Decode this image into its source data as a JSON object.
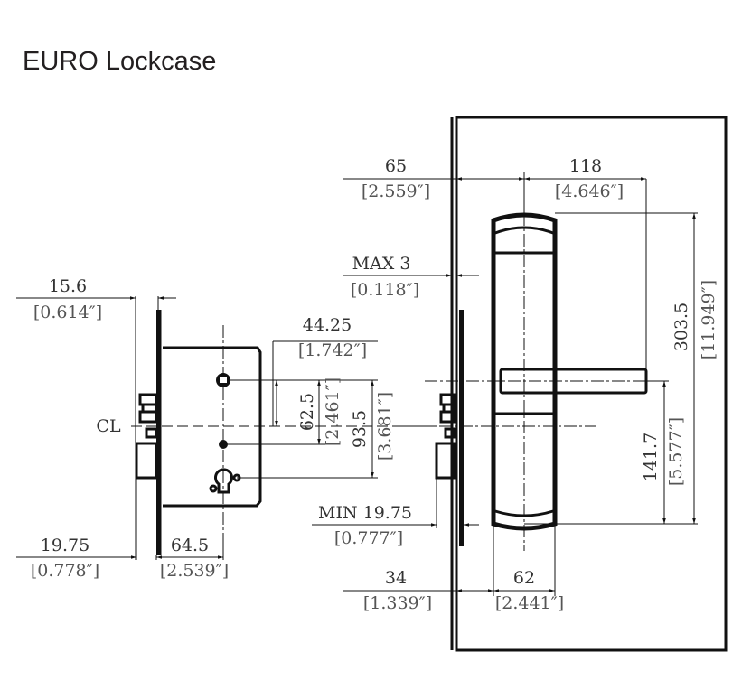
{
  "title": "EURO Lockcase",
  "dimensions": {
    "plate_thickness": {
      "mm": "15.6",
      "inch": "[0.614″]"
    },
    "backset_offset": {
      "mm": "19.75",
      "inch": "[0.778″]"
    },
    "backset": {
      "mm": "64.5",
      "inch": "[2.539″]"
    },
    "spindle_offset": {
      "mm": "44.25",
      "inch": "[1.742″]"
    },
    "spindle_to_cl": {
      "mm": "62.5",
      "inch": "[2.461″]"
    },
    "spindle_to_cylinder": {
      "mm": "93.5",
      "inch": "[3.681″]"
    },
    "handle_offset": {
      "mm": "65",
      "inch": "[2.559″]"
    },
    "lever_length": {
      "mm": "118",
      "inch": "[4.646″]"
    },
    "gap": {
      "label": "MAX 3",
      "inch": "[0.118″]"
    },
    "min_door": {
      "label": "MIN 19.75",
      "inch": "[0.777″]"
    },
    "escutcheon_offset": {
      "mm": "34",
      "inch": "[1.339″]"
    },
    "escutcheon_width": {
      "mm": "62",
      "inch": "[2.441″]"
    },
    "total_height": {
      "mm": "303.5",
      "inch": "[11.949″]"
    },
    "lever_height": {
      "mm": "141.7",
      "inch": "[5.577″]"
    }
  },
  "labels": {
    "centerline": "CL"
  },
  "colors": {
    "line": "#111111",
    "text": "#333333"
  }
}
